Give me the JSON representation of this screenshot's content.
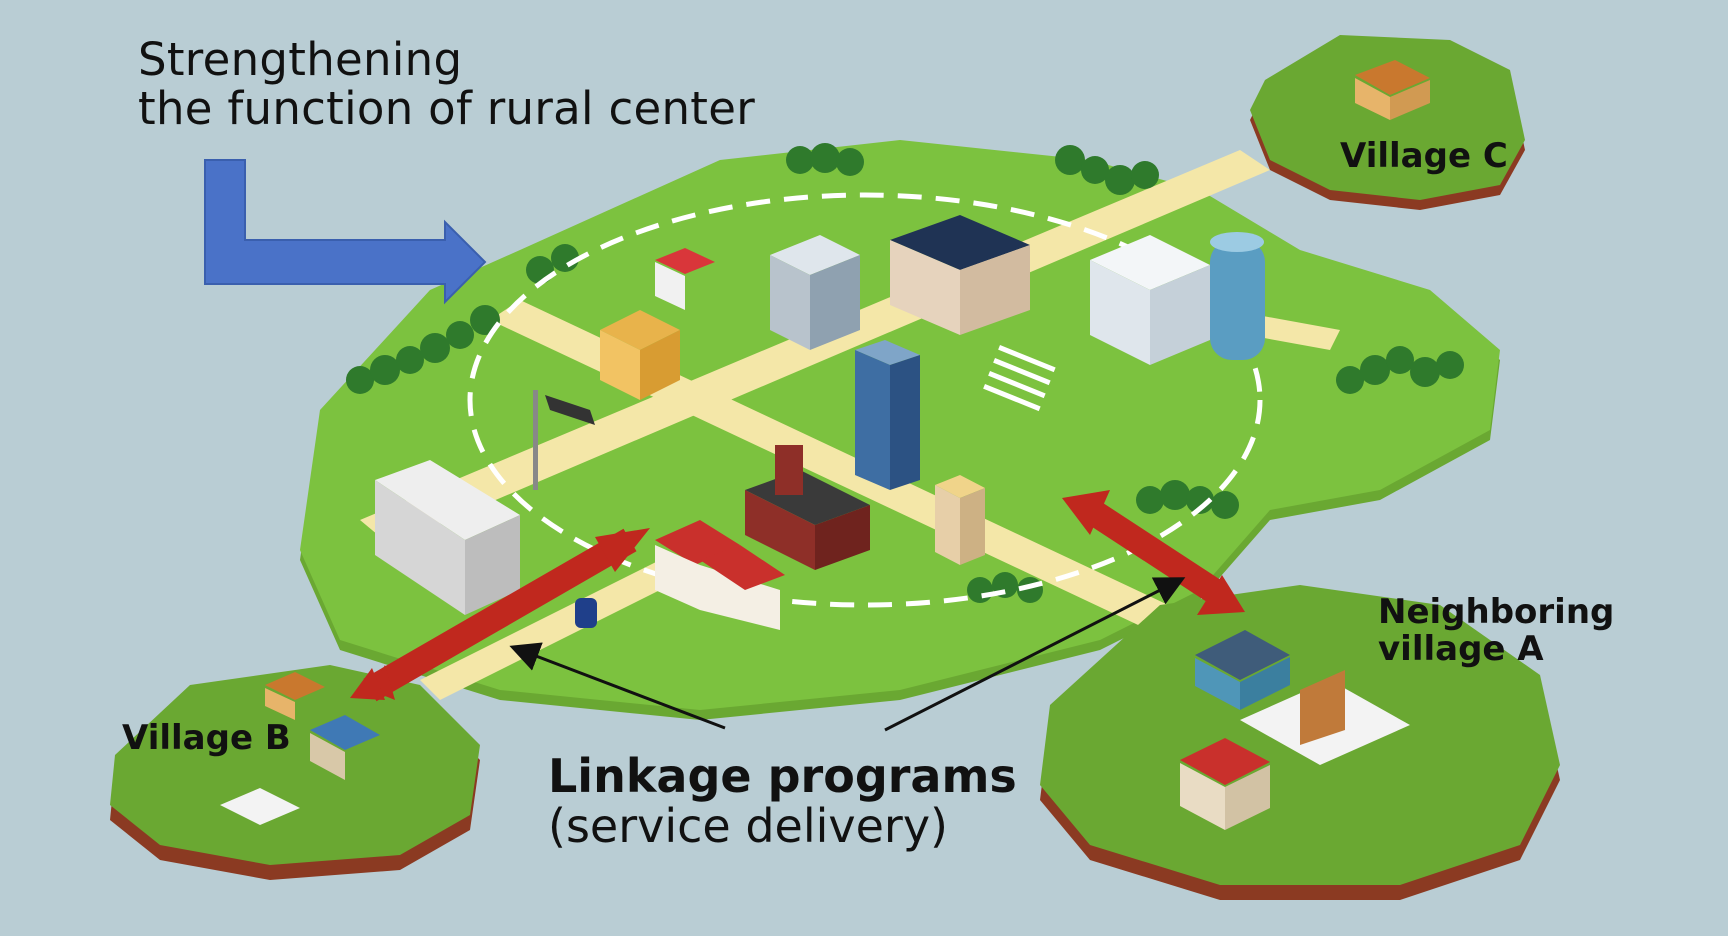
{
  "title": {
    "line1": "Strengthening",
    "line2": "the function of rural center"
  },
  "villages": {
    "c": "Village C",
    "b": "Village B",
    "a_line1": "Neighboring",
    "a_line2": "village A"
  },
  "linkage": {
    "line1": "Linkage programs",
    "line2": "(service delivery)"
  },
  "colors": {
    "background": "#b9cdd4",
    "grass": "#7cc23f",
    "road": "#f4e7a8",
    "blue_arrow": "#4a72c8",
    "red_arrow": "#c0281e",
    "island_soil": "#8b3a22"
  }
}
